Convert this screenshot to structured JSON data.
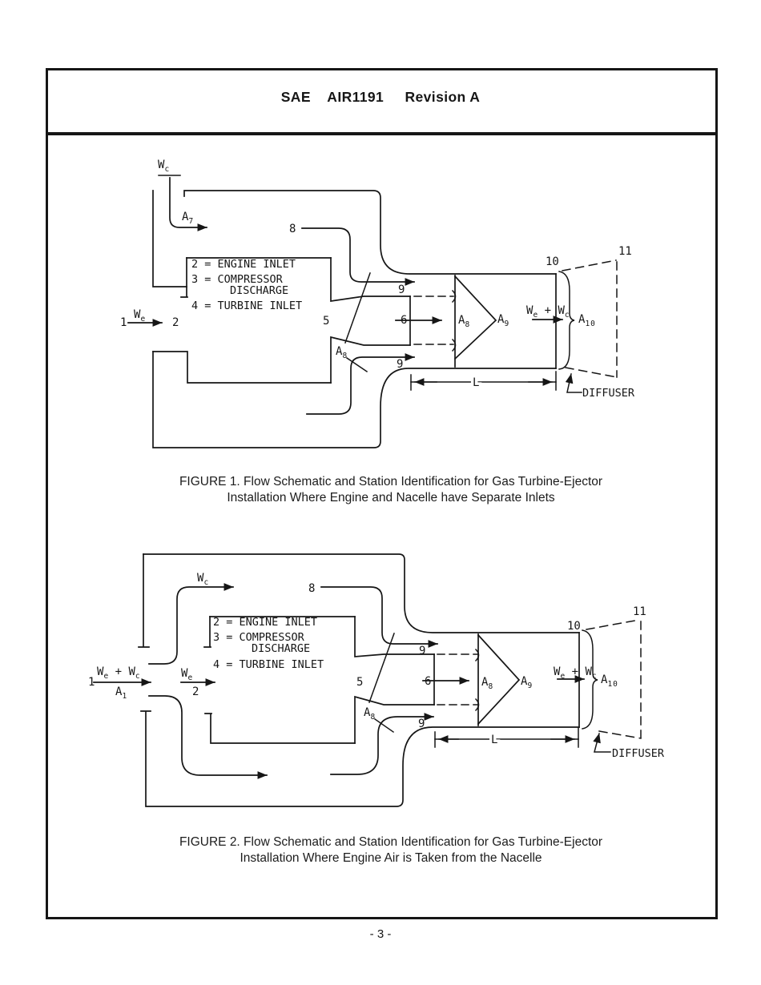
{
  "page": {
    "header_title": "SAE    AIR1191     Revision A",
    "page_number": "- 3 -"
  },
  "figure1": {
    "caption_line1": "FIGURE 1.  Flow Schematic and Station Identification for Gas Turbine-Ejector",
    "caption_line2": "Installation Where Engine and Nacelle have Separate Inlets",
    "legend": [
      "2 = ENGINE INLET",
      "3 = COMPRESSOR",
      "DISCHARGE",
      "4 = TURBINE INLET"
    ],
    "labels": {
      "station_1": "1",
      "station_2": "2",
      "station_5": "5",
      "station_6": "6",
      "station_8": "8",
      "station_9_top": "9",
      "station_9_bottom": "9",
      "station_10": "10",
      "station_11": "11",
      "length": "L",
      "diffuser": "DIFFUSER",
      "wc": {
        "base": "W",
        "sub": "c"
      },
      "a7": {
        "base": "A",
        "sub": "7"
      },
      "we": {
        "base": "W",
        "sub": "e"
      },
      "a8_nozzle": {
        "base": "A",
        "sub": "8"
      },
      "a8_jet": {
        "base": "A",
        "sub": "8"
      },
      "a9_jet": {
        "base": "A",
        "sub": "9"
      },
      "exit_flow": {
        "p1": "W",
        "s1": "e",
        "p2": " + W",
        "s2": "c"
      },
      "a10": {
        "base": "A",
        "sub": "10"
      }
    }
  },
  "figure2": {
    "caption_line1": "FIGURE 2.  Flow Schematic and Station Identification for Gas Turbine-Ejector",
    "caption_line2": "Installation Where Engine Air is Taken from the Nacelle",
    "legend": [
      "2 = ENGINE INLET",
      "3 = COMPRESSOR",
      "DISCHARGE",
      "4 = TURBINE INLET"
    ],
    "labels": {
      "station_1": "1",
      "station_2": "2",
      "station_5": "5",
      "station_6": "6",
      "station_8": "8",
      "station_9_top": "9",
      "station_9_bottom": "9",
      "station_10": "10",
      "station_11": "11",
      "length": "L",
      "diffuser": "DIFFUSER",
      "wc": {
        "base": "W",
        "sub": "c"
      },
      "inlet_flow": {
        "p1": "W",
        "s1": "e",
        "p2": " + W",
        "s2": "c"
      },
      "a1": {
        "base": "A",
        "sub": "1"
      },
      "we": {
        "base": "W",
        "sub": "e"
      },
      "a8_nozzle": {
        "base": "A",
        "sub": "8"
      },
      "a8_jet": {
        "base": "A",
        "sub": "8"
      },
      "a9_jet": {
        "base": "A",
        "sub": "9"
      },
      "exit_flow": {
        "p1": "W",
        "s1": "e",
        "p2": " + W",
        "s2": "c"
      },
      "a10": {
        "base": "A",
        "sub": "10"
      }
    }
  }
}
